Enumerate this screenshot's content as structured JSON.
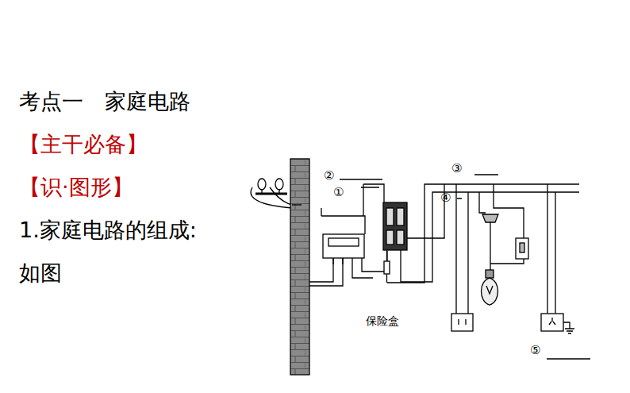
{
  "diagram": {
    "title": "考点一　家庭电路",
    "labels": [
      "【主干必备】",
      "【识·图形】",
      "1.家庭电路的组成:",
      "如图",
      "②",
      "①",
      "③",
      "④",
      "⑤",
      "保险盒"
    ]
  }
}
